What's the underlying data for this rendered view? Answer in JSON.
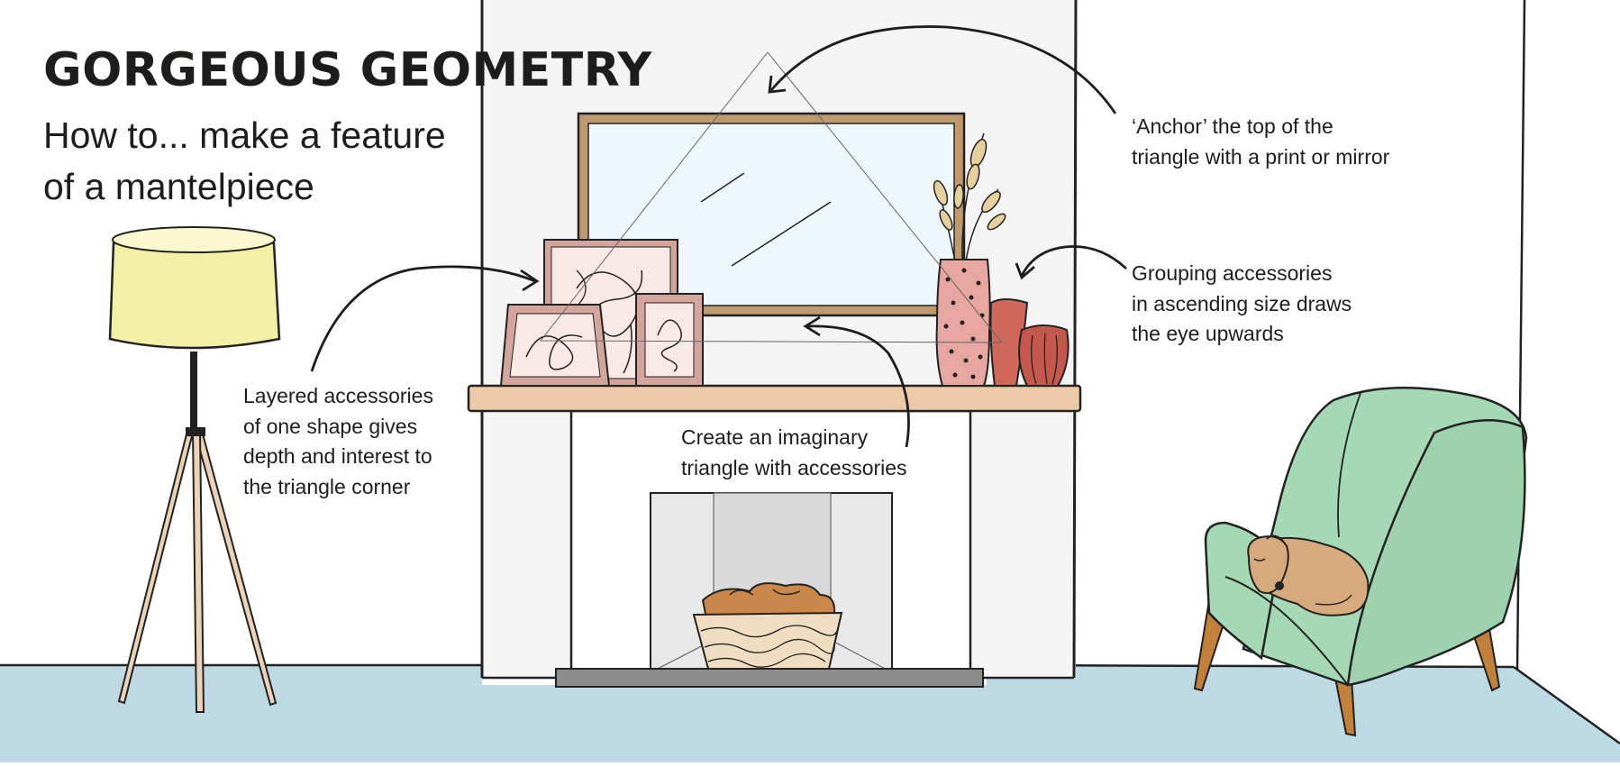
{
  "title": "GORGEOUS GEOMETRY",
  "subtitle": [
    "How to... make a feature",
    "of a mantelpiece"
  ],
  "annotations": {
    "anchor": [
      "‘Anchor’ the top of the",
      "triangle with a print or mirror"
    ],
    "grouping": [
      "Grouping accessories",
      "in ascending size draws",
      "the eye upwards"
    ],
    "layered": [
      "Layered accessories",
      "of one shape gives",
      "depth and interest to",
      "the triangle corner"
    ],
    "triangle": [
      "Create an imaginary",
      "triangle with accessories"
    ]
  },
  "colors": {
    "floor": "#bcd9e4",
    "wall": "#ffffff",
    "chimney": "#f4f4f4",
    "mantel_shelf": "#eccaa8",
    "mirror_frame": "#c09a6f",
    "mirror_glass": "#eef7fb",
    "lamp_shade": "#f3f0a6",
    "tripod": "#ecd2b6",
    "frame_pink": "#d4a59d",
    "print_paper": "#f8e8e6",
    "vase_pink": "#e7a6a0",
    "vase_terracotta": "#d0695c",
    "chair": "#a5d8b5",
    "chair_legs": "#c3803a",
    "dog": "#d6aa7d",
    "basket": "#f0dcc0",
    "logs": "#c9884a",
    "hearth": "#8c8c8c",
    "firebox": "#e8e8e8"
  },
  "icons": [
    "floor-lamp-icon",
    "mirror-icon",
    "picture-frame-icon",
    "vase-icon",
    "armchair-icon",
    "sleeping-dog-icon",
    "log-basket-icon",
    "pampas-grass-icon"
  ]
}
